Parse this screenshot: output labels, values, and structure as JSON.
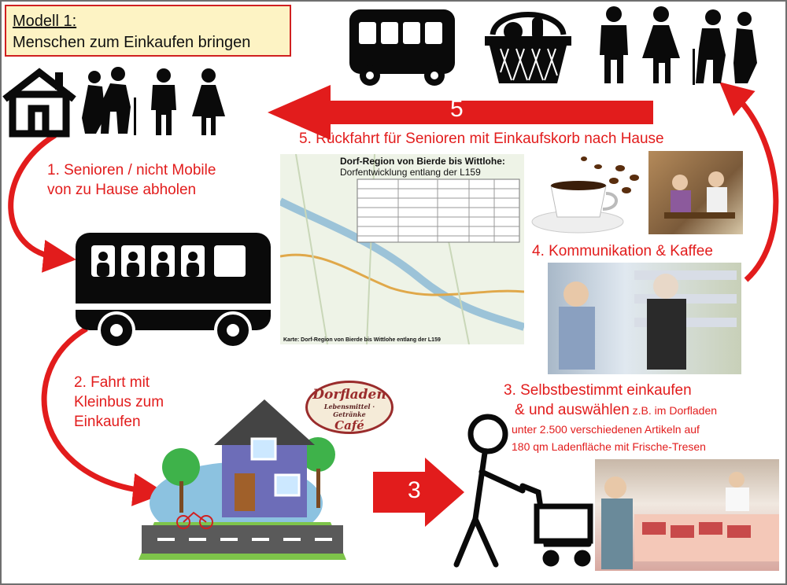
{
  "title": {
    "line1": "Modell 1:",
    "line2": "Menschen zum Einkaufen bringen"
  },
  "steps": {
    "step1": {
      "line1": "1. Senioren / nicht Mobile",
      "line2": "von zu Hause abholen"
    },
    "step2": {
      "line1": "2. Fahrt mit",
      "line2": "Kleinbus zum",
      "line3": "Einkaufen"
    },
    "step3": {
      "line1": "3. Selbstbestimmt einkaufen",
      "line2_main": "& und auswählen",
      "line2_small": " z.B. im Dorfladen",
      "line3": "unter 2.500 verschiedenen  Artikeln auf",
      "line4": "180 qm  Ladenfläche mit Frische-Tresen"
    },
    "step4": {
      "label": "4. Kommunikation & Kaffee"
    },
    "step5": {
      "label": "5. Rückfahrt für Senioren mit Einkaufskorb nach Hause"
    }
  },
  "arrows": {
    "arrow3": "3",
    "arrow5": "5"
  },
  "map": {
    "title": "Dorf-Region von Bierde bis Wittlohe:",
    "subtitle": "Dorfentwicklung entlang der L159",
    "caption": "Karte: Dorf-Region von Bierde bis Wittlohe entlang der L159"
  },
  "shop_sign": {
    "line1": "Dorfladen",
    "line2": "Lebensmittel · Getränke",
    "line3": "Café"
  },
  "colors": {
    "accent": "#e21c1c",
    "title_bg": "#fdf3c4",
    "icon": "#0a0a0a"
  }
}
